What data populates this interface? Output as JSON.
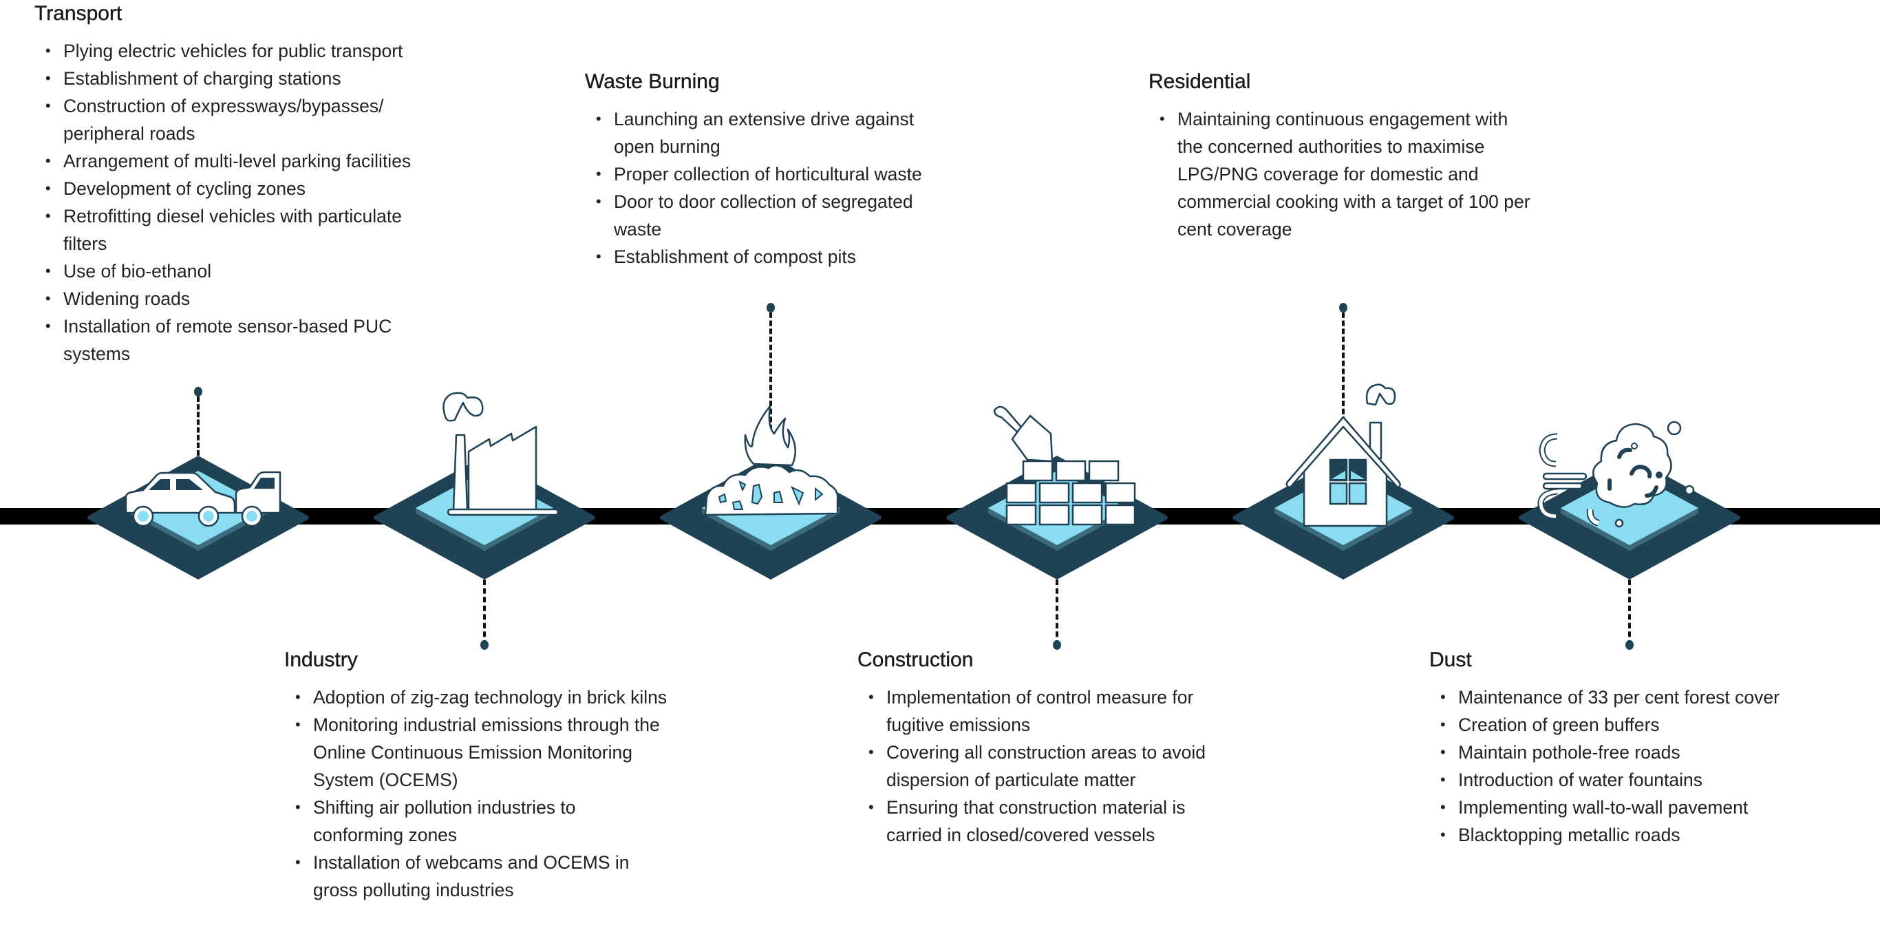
{
  "diagram": {
    "colors": {
      "band": "#000000",
      "diamond_outer": "#1f4255",
      "diamond_rim": "#3d6b7e",
      "diamond_inner": "#8adcf1",
      "icon_fill": "#ffffff",
      "icon_stroke": "#1f4255",
      "text": "#222222"
    },
    "sections": [
      {
        "id": "transport",
        "title": "Transport",
        "position": "top",
        "icon": "vehicles-icon",
        "items": [
          "Plying electric vehicles for public transport",
          "Establishment of charging stations",
          "Construction of expressways/bypasses/ peripheral roads",
          "Arrangement of multi-level parking facilities",
          "Development of cycling zones",
          "Retrofitting diesel vehicles with particulate filters",
          "Use of bio-ethanol",
          "Widening roads",
          "Installation of remote sensor-based PUC systems"
        ]
      },
      {
        "id": "industry",
        "title": "Industry",
        "position": "bottom",
        "icon": "factory-icon",
        "items": [
          "Adoption of zig-zag technology in brick kilns",
          "Monitoring industrial emissions through the Online Continuous Emission Monitoring System (OCEMS)",
          "Shifting air pollution industries to conforming zones",
          "Installation of webcams and OCEMS in gross polluting industries"
        ]
      },
      {
        "id": "waste-burning",
        "title": "Waste Burning",
        "position": "top",
        "icon": "burning-waste-icon",
        "items": [
          "Launching an extensive drive against open burning",
          "Proper collection of horticultural waste",
          "Door to door collection of segregated waste",
          "Establishment of compost pits"
        ]
      },
      {
        "id": "construction",
        "title": "Construction",
        "position": "bottom",
        "icon": "bricks-trowel-icon",
        "items": [
          "Implementation of control measure for fugitive emissions",
          "Covering all construction areas to avoid dispersion of particulate matter",
          "Ensuring that construction material is carried in closed/covered vessels"
        ]
      },
      {
        "id": "residential",
        "title": "Residential",
        "position": "top",
        "icon": "house-icon",
        "items": [
          "Maintaining continuous engagement with the concerned authorities to maximise LPG/PNG coverage for domestic and commercial cooking with a target of 100 per cent coverage"
        ]
      },
      {
        "id": "dust",
        "title": "Dust",
        "position": "bottom",
        "icon": "dust-cloud-icon",
        "items": [
          "Maintenance of 33 per cent forest cover",
          "Creation of green buffers",
          "Maintain pothole-free roads",
          "Introduction of water fountains",
          "Implementing wall-to-wall pavement",
          "Blacktopping metallic roads"
        ]
      }
    ]
  }
}
